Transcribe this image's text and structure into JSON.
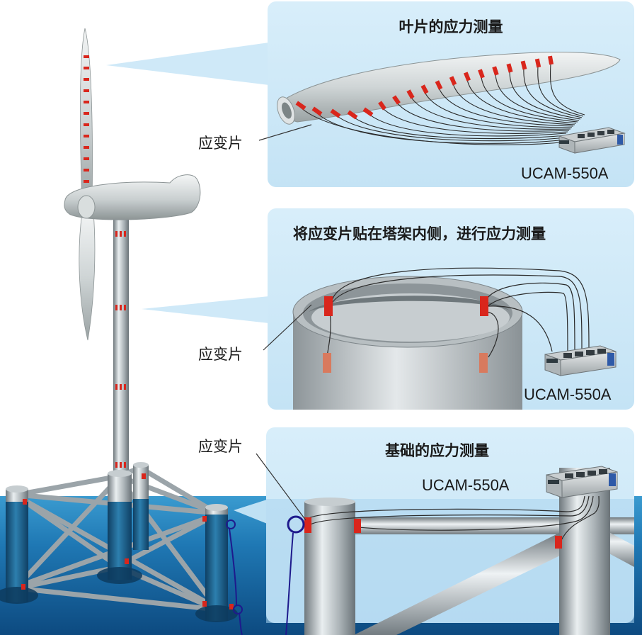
{
  "panels": {
    "blade": {
      "title": "叶片的应力测量",
      "strain_label": "应变片",
      "device": "UCAM-550A"
    },
    "tower": {
      "title": "将应变片贴在塔架内侧，进行应力测量",
      "strain_label": "应变片",
      "device": "UCAM-550A"
    },
    "foundation": {
      "title": "基础的应力测量",
      "strain_label": "应变片",
      "device": "UCAM-550A"
    }
  },
  "colors": {
    "panel_bg": "#cfe9f8",
    "sea_top": "#2f8fc4",
    "sea_bottom": "#0e4f86",
    "strain_gauge": "#d9261c",
    "steel": "#9aa3a8"
  }
}
